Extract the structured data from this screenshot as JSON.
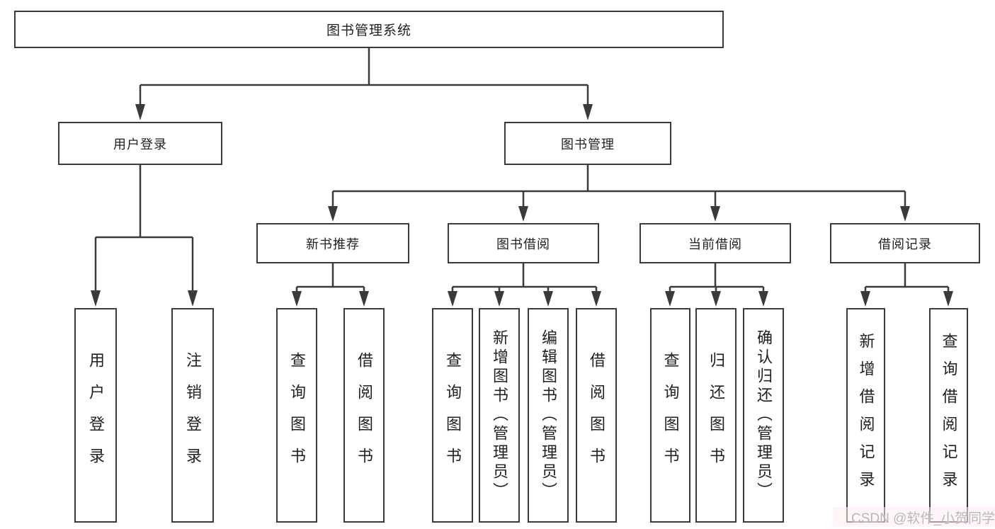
{
  "diagram_title": "图书管理系统",
  "tree": {
    "root": {
      "label": "图书管理系统"
    },
    "branches": [
      {
        "label": "用户登录",
        "leaves": [
          {
            "label": "用户登录"
          },
          {
            "label": "注销登录"
          }
        ]
      },
      {
        "label": "图书管理",
        "groups": [
          {
            "label": "新书推荐",
            "leaves": [
              {
                "label": "查询图书"
              },
              {
                "label": "借阅图书"
              }
            ]
          },
          {
            "label": "图书借阅",
            "leaves": [
              {
                "label": "查询图书"
              },
              {
                "label": "新增图书（管理员）"
              },
              {
                "label": "编辑图书（管理员）"
              },
              {
                "label": "借阅图书"
              }
            ]
          },
          {
            "label": "当前借阅",
            "leaves": [
              {
                "label": "查询图书"
              },
              {
                "label": "归还图书"
              },
              {
                "label": "确认归还（管理员）"
              }
            ]
          },
          {
            "label": "借阅记录",
            "leaves": [
              {
                "label": "新增借阅记录"
              },
              {
                "label": "查询借阅记录"
              }
            ]
          }
        ]
      }
    ]
  },
  "watermark": {
    "text": "CSDN @软件_小贺同学"
  },
  "colors": {
    "line": "#3a3a3a",
    "box_border": "#3a3a3a",
    "box_background": "#ffffff",
    "text": "#1f1f1f",
    "watermark_text": "#b2b8c0",
    "page_background": "#ffffff"
  }
}
